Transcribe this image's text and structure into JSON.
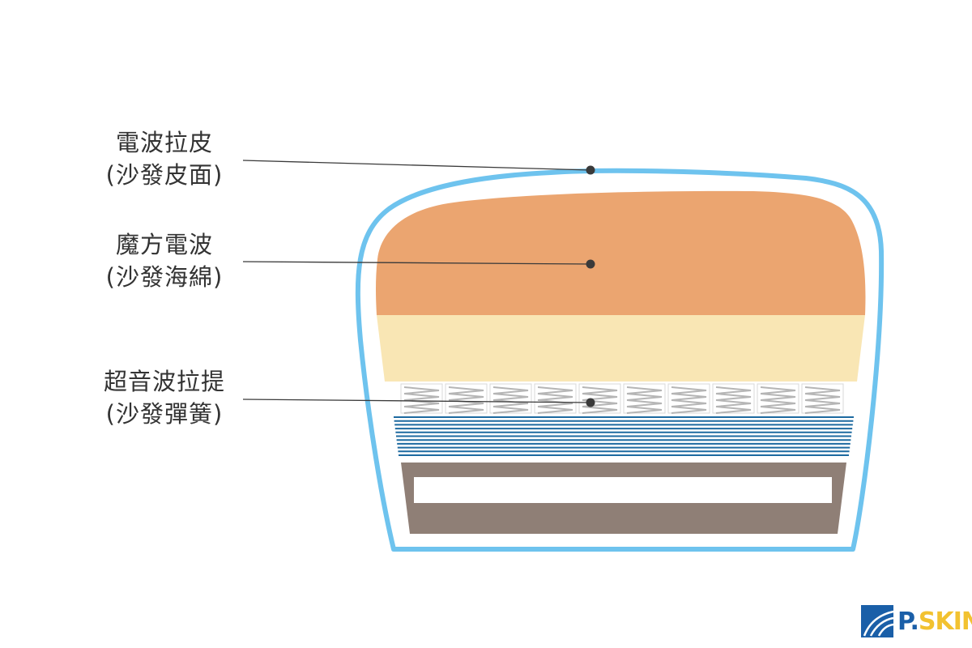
{
  "labels": {
    "skin": {
      "line1": "電波拉皮",
      "line2": "(沙發皮面)"
    },
    "foam": {
      "line1": "魔方電波",
      "line2": "(沙發海綿)"
    },
    "spring": {
      "line1": "超音波拉提",
      "line2": "(沙發彈簧)"
    }
  },
  "logo": {
    "prefix": "P.",
    "suffix": "SKIN"
  },
  "colors": {
    "outline": "#6ec3ee",
    "foam_top": "#eba570",
    "foam_bottom": "#f9e6b4",
    "spring": "#b5b5b5",
    "lines_blue": "#1d6aa0",
    "frame": "#8f7f76",
    "marker": "#3a3a3a",
    "logo_blue": "#1a5fa8",
    "logo_yellow": "#f2c230"
  },
  "icons": [
    "marker-dot",
    "pskin-logo-mark"
  ]
}
